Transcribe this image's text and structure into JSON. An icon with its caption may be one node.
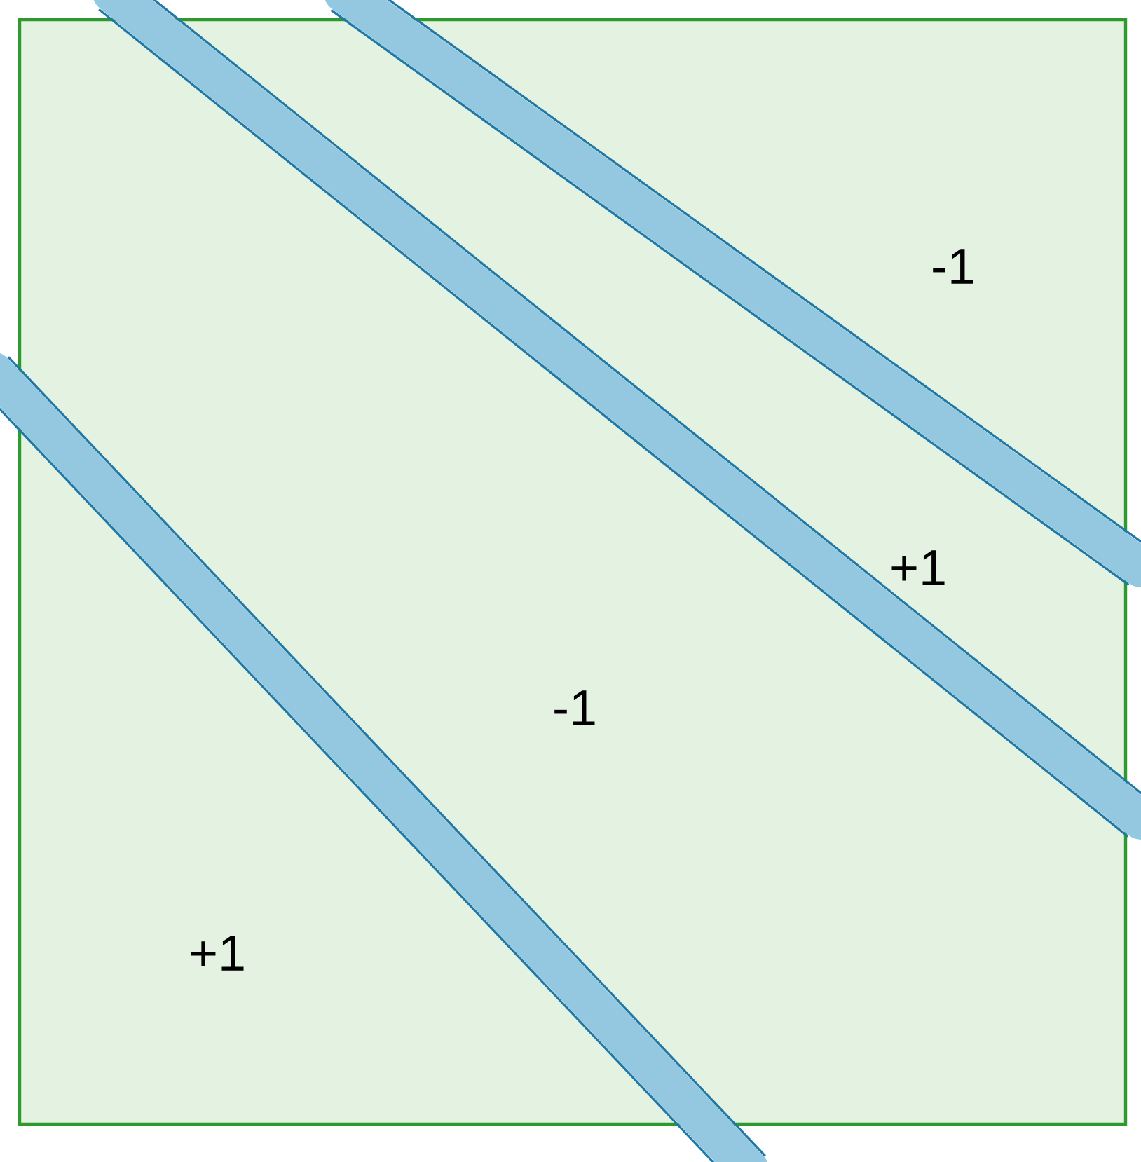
{
  "diagram": {
    "labels": [
      "-1",
      "+1",
      "-1",
      "+1"
    ]
  }
}
